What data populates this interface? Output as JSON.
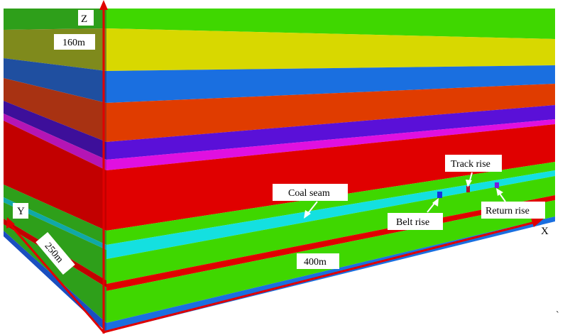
{
  "axes": {
    "z_label": "Z",
    "y_label": "Y",
    "x_label": "X"
  },
  "dimensions": {
    "height": "160m",
    "depth": "250m",
    "length": "400m"
  },
  "annotations": {
    "coal_seam": "Coal seam",
    "track_rise": "Track rise",
    "belt_rise": "Belt rise",
    "return_rise": "Return rise"
  },
  "colors": {
    "axis_arrow": "#e00000",
    "label_box": "#ffffff",
    "layers_top_to_bottom": [
      "#3fd700",
      "#d8d800",
      "#1a6fe0",
      "#e03c00",
      "#5a10d8",
      "#e010e0",
      "#e00000",
      "#3fd700",
      "#14e0e0",
      "#3fd700",
      "#e00000",
      "#3fd700",
      "#1a6fe0"
    ]
  },
  "tick_mark": "`"
}
